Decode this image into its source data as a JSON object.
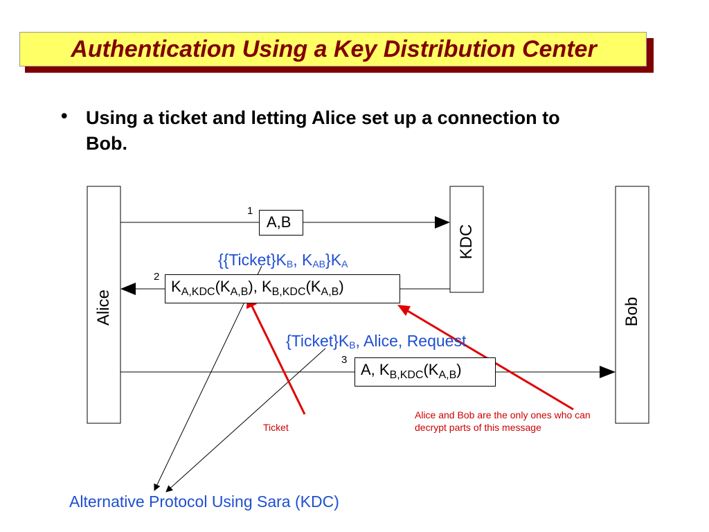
{
  "title": "Authentication Using a Key Distribution Center",
  "bullet": "•",
  "bullet_text": "Using a ticket and letting Alice set up a connection to Bob.",
  "lanes": {
    "alice": "Alice",
    "kdc": "KDC",
    "bob": "Bob"
  },
  "steps": {
    "one": "1",
    "two": "2",
    "three": "3"
  },
  "msg1": "A,B",
  "msg2": {
    "k1": "K",
    "s1": "A,KDC",
    "p1": "(K",
    "s2": "A,B",
    "p2": "), K",
    "s3": "B,KDC",
    "p3": "(K",
    "s4": "A,B",
    "p4": ")"
  },
  "msg3": {
    "a": "A, K",
    "s1": "B,KDC",
    "p1": "(K",
    "s2": "A,B",
    "p2": ")"
  },
  "blue1": {
    "a": "{{Ticket}K",
    "s1": "B",
    "b": ", K",
    "s2": "AB",
    "c": "}K",
    "s3": "A"
  },
  "blue2": {
    "a": "{Ticket}K",
    "s1": "B",
    "b": ", Alice, Request"
  },
  "blue3": "Alternative Protocol Using Sara (KDC)",
  "ticket_note": "Ticket",
  "decrypt_note": "Alice and Bob are the only ones who can decrypt parts of this message",
  "colors": {
    "title_bg": "#ffff66",
    "title_text": "#800000",
    "annotation": "#cc0000",
    "blue_text": "#1f4fd1"
  }
}
